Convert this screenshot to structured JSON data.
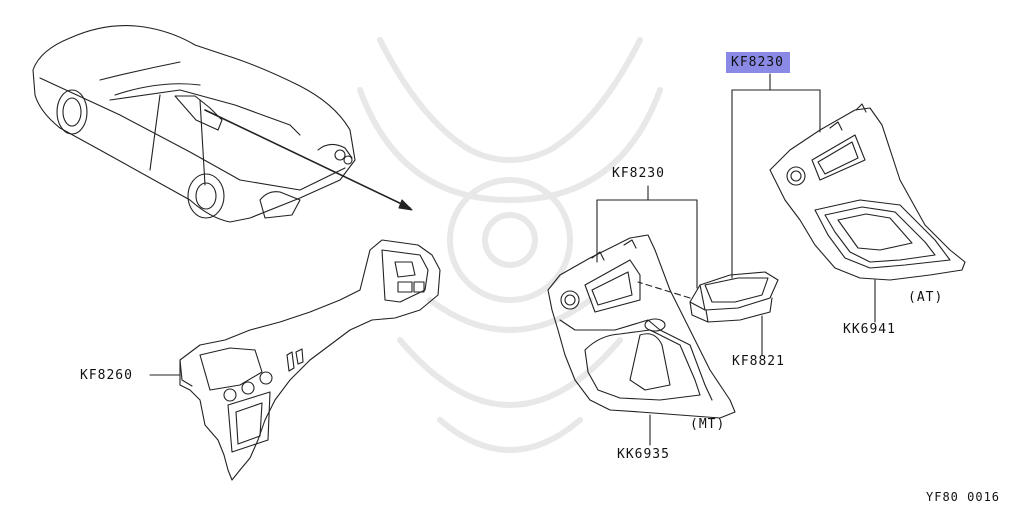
{
  "callouts": {
    "upper_left_finisher": "KF8260",
    "console_finisher_at": "KF8230",
    "console_finisher_mt": "KF8230",
    "pocket": "KF8821",
    "console_at": "KK6941",
    "console_mt": "KK6935"
  },
  "notes": {
    "at": "(AT)",
    "mt": "(MT)"
  },
  "figure_code": "YF80  0016",
  "highlight_color": "#8a8ae6"
}
